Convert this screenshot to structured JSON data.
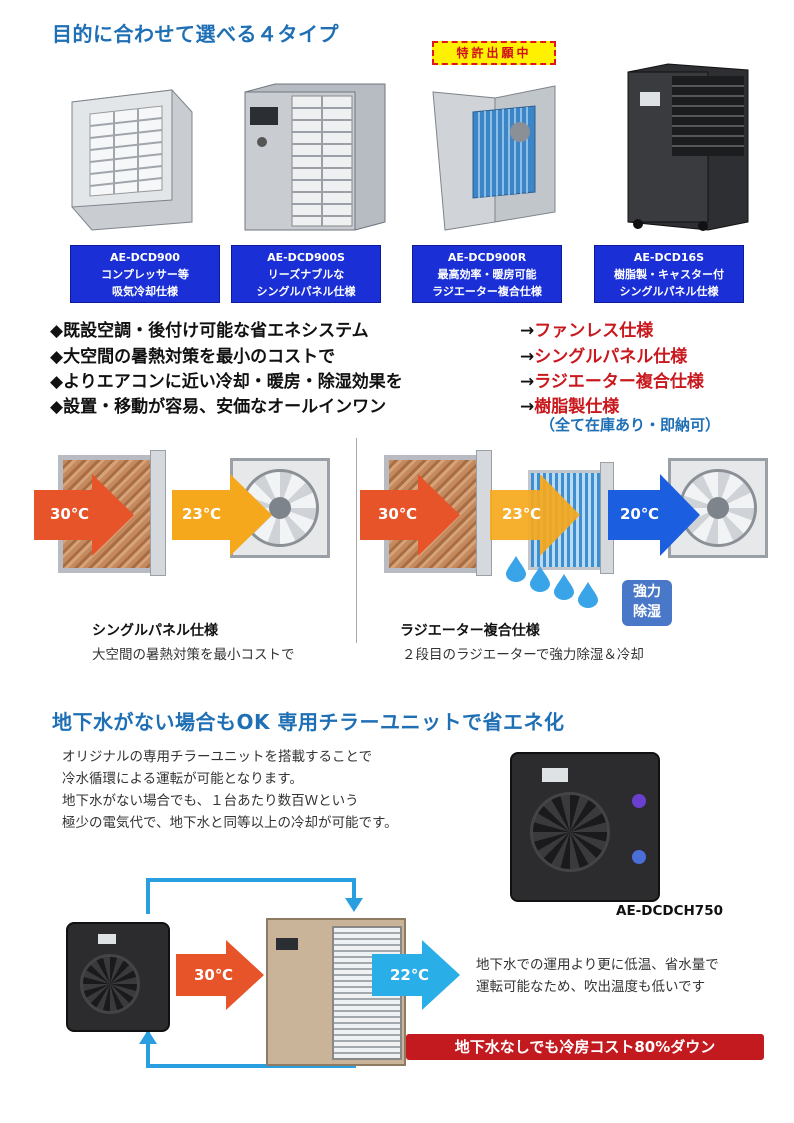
{
  "section1": {
    "heading": "目的に合わせて選べる４タイプ",
    "patent_badge": "特許出願中",
    "products": [
      {
        "model": "AE-DCD900",
        "line1": "コンプレッサー等",
        "line2": "吸気冷却仕様"
      },
      {
        "model": "AE-DCD900S",
        "line1": "リーズナブルな",
        "line2": "シングルパネル仕様"
      },
      {
        "model": "AE-DCD900R",
        "line1": "最高効率・暖房可能",
        "line2": "ラジエーター複合仕様"
      },
      {
        "model": "AE-DCD16S",
        "line1": "樹脂製・キャスター付",
        "line2": "シングルパネル仕様"
      }
    ],
    "features": [
      {
        "text": "◆既設空調・後付け可能な省エネシステム",
        "arrow": "→",
        "result": "ファンレス仕様"
      },
      {
        "text": "◆大空間の暑熱対策を最小のコストで",
        "arrow": "→",
        "result": "シングルパネル仕様"
      },
      {
        "text": "◆よりエアコンに近い冷却・暖房・除湿効果を",
        "arrow": "→",
        "result": "ラジエーター複合仕様"
      },
      {
        "text": "◆設置・移動が容易、安価なオールインワン",
        "arrow": "→",
        "result": "樹脂製仕様"
      }
    ],
    "stock_note": "（全て在庫あり・即納可）"
  },
  "diagrams": {
    "single": {
      "temp_in": "30℃",
      "temp_out": "23℃",
      "title": "シングルパネル仕様",
      "desc": "大空間の暑熱対策を最小コストで"
    },
    "radiator": {
      "temp_in": "30℃",
      "temp_mid": "23℃",
      "temp_out": "20℃",
      "badge_line1": "強力",
      "badge_line2": "除湿",
      "title": "ラジエーター複合仕様",
      "desc": "２段目のラジエーターで強力除湿＆冷却"
    }
  },
  "section2": {
    "heading": "地下水がない場合もOK 専用チラーユニットで省エネ化",
    "paragraph": [
      "オリジナルの専用チラーユニットを搭載することで",
      "冷水循環による運転が可能となります。",
      "地下水がない場合でも、１台あたり数百Ｗという",
      "極少の電気代で、地下水と同等以上の冷却が可能です。"
    ],
    "chiller_model": "AE-DCDCH750",
    "temp_in": "30℃",
    "temp_out": "22℃",
    "note": [
      "地下水での運用より更に低温、省水量で",
      "運転可能なため、吹出温度も低いです"
    ],
    "banner": "地下水なしでも冷房コスト80%ダウン"
  },
  "colors": {
    "heading_blue": "#1f6fb5",
    "caption_blue": "#1a2fd6",
    "accent_red": "#c9191e",
    "arrow_orange_red": "#e8542a",
    "arrow_amber": "#f6a81c",
    "arrow_blue": "#1b5fe0",
    "arrow_cyan": "#2aaee8"
  }
}
